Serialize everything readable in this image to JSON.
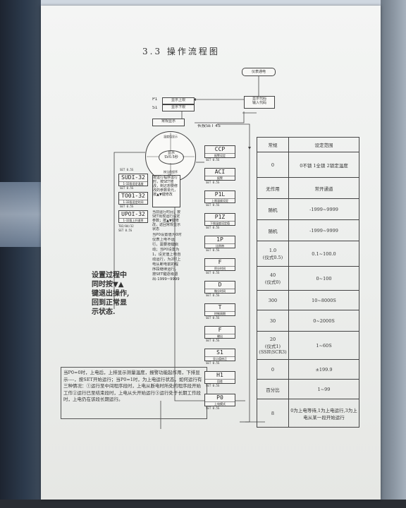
{
  "title": "3.3 操作流程图",
  "flow": {
    "power_on": "仪表通电",
    "display_code": "显示代码\n输入代码",
    "p1": "P1",
    "s1": "S1",
    "disp_upper": "显示上限",
    "disp_lower": "显示下限",
    "normal": "常规显示",
    "circle_top": "温度值显示",
    "circle_center": "显示\n SV0.5秒",
    "circle_left": "",
    "circle_right": "",
    "circle_bottom": "按当前程序显示",
    "long_press": "长按SET 4S",
    "lcd_list": [
      {
        "code": "SUDI-32",
        "sub": "1-32段设定温度"
      },
      {
        "code": "TO01-32",
        "sub": "1-32段设定时间"
      },
      {
        "code": "UPOI-32",
        "sub": "1-32段上升速率"
      }
    ],
    "sv_labels": [
      "SET 0.5S",
      "SET 0.5S",
      "SET 0.5S",
      "T02/04/32",
      "SET 0.5S"
    ],
    "chain_items": [
      {
        "code": "CCP",
        "sub": "报警设定"
      },
      {
        "code": "ACI",
        "sub": "报警"
      },
      {
        "code": "P1L",
        "sub": "上限温度设定"
      },
      {
        "code": "P1Z",
        "sub": "下限温度设定值"
      },
      {
        "code": "1P",
        "sub": "比例带"
      },
      {
        "code": "F",
        "sub": "积分时间"
      },
      {
        "code": "D",
        "sub": "微分时间"
      },
      {
        "code": "T",
        "sub": "控制周期"
      },
      {
        "code": "F",
        "sub": "输出"
      },
      {
        "code": "S1",
        "sub": "显示值修正"
      },
      {
        "code": "H1",
        "sub": "回差"
      },
      {
        "code": "P0",
        "sub": "上电模式"
      }
    ],
    "chain_sv": [
      "SET 0.5S",
      "SET 0.5S",
      "SET 0.5S",
      "SET 0.5S",
      "SET 0.5S",
      "SET 0.5S",
      "SET 0.5S",
      "SET 0.5S",
      "SET 0.5S",
      "SET 0.5S",
      "SET 0.5S",
      "SET 0.5S"
    ],
    "desc_block_1": "按运行程序运行时，按SET修改，到达想要修改的参数单元，按▲▼键修改",
    "desc_block_2": "当前运行时间；按SET出现运行设定参数；按▲▼键修改，返回常规显示状态",
    "desc_block_3": "当P0设置值为0时仪表上电不运行，需要按键启动；当P0设置为1，设定值上电自动运行，为2时上电从断电前的程序段继续运行，按SET键逐级退出-1999~9999"
  },
  "hand_note": "设置过程中\n同时按▼▲\n键退出操作,\n回到正常显\n示状态.",
  "footnote": "当P0=0时，上电后，上排显示测量温度，报警功能起作用，下排显示----，按SET开始运行；当P0=1时，为上电运行状态，如何运行有三种情况：①运行至中间程序段时，上电从断电时所处的程序段开始工作②运行已至结束段时，上电从头开始运行③运行处于长期工作段时，上电仍在该段长期运行。",
  "table": {
    "headers": [
      "",
      "常规",
      "设定范围"
    ],
    "rows": [
      [
        "",
        "0",
        "0不锁 1全锁 2锁定温度"
      ],
      [
        "",
        "无作用",
        "常开通道"
      ],
      [
        "",
        "随机",
        "-1999~9999"
      ],
      [
        "",
        "随机",
        "-1999~9999"
      ],
      [
        "",
        "1.0\n(仪式0.5)",
        "0.1~100.0"
      ],
      [
        "",
        "40\n(仪式0)",
        "0~100"
      ],
      [
        "",
        "300",
        "10~8000S"
      ],
      [
        "",
        "30",
        "0~2000S"
      ],
      [
        "",
        "20\n(仪式1)\n(SSR\\SCR3)",
        "1~60S"
      ],
      [
        "",
        "0",
        "±199.9"
      ],
      [
        "",
        "百分比",
        "1~99"
      ],
      [
        "",
        "8",
        "0为上电等待,1为上电运行,3为上电从某一段开始运行"
      ]
    ]
  }
}
